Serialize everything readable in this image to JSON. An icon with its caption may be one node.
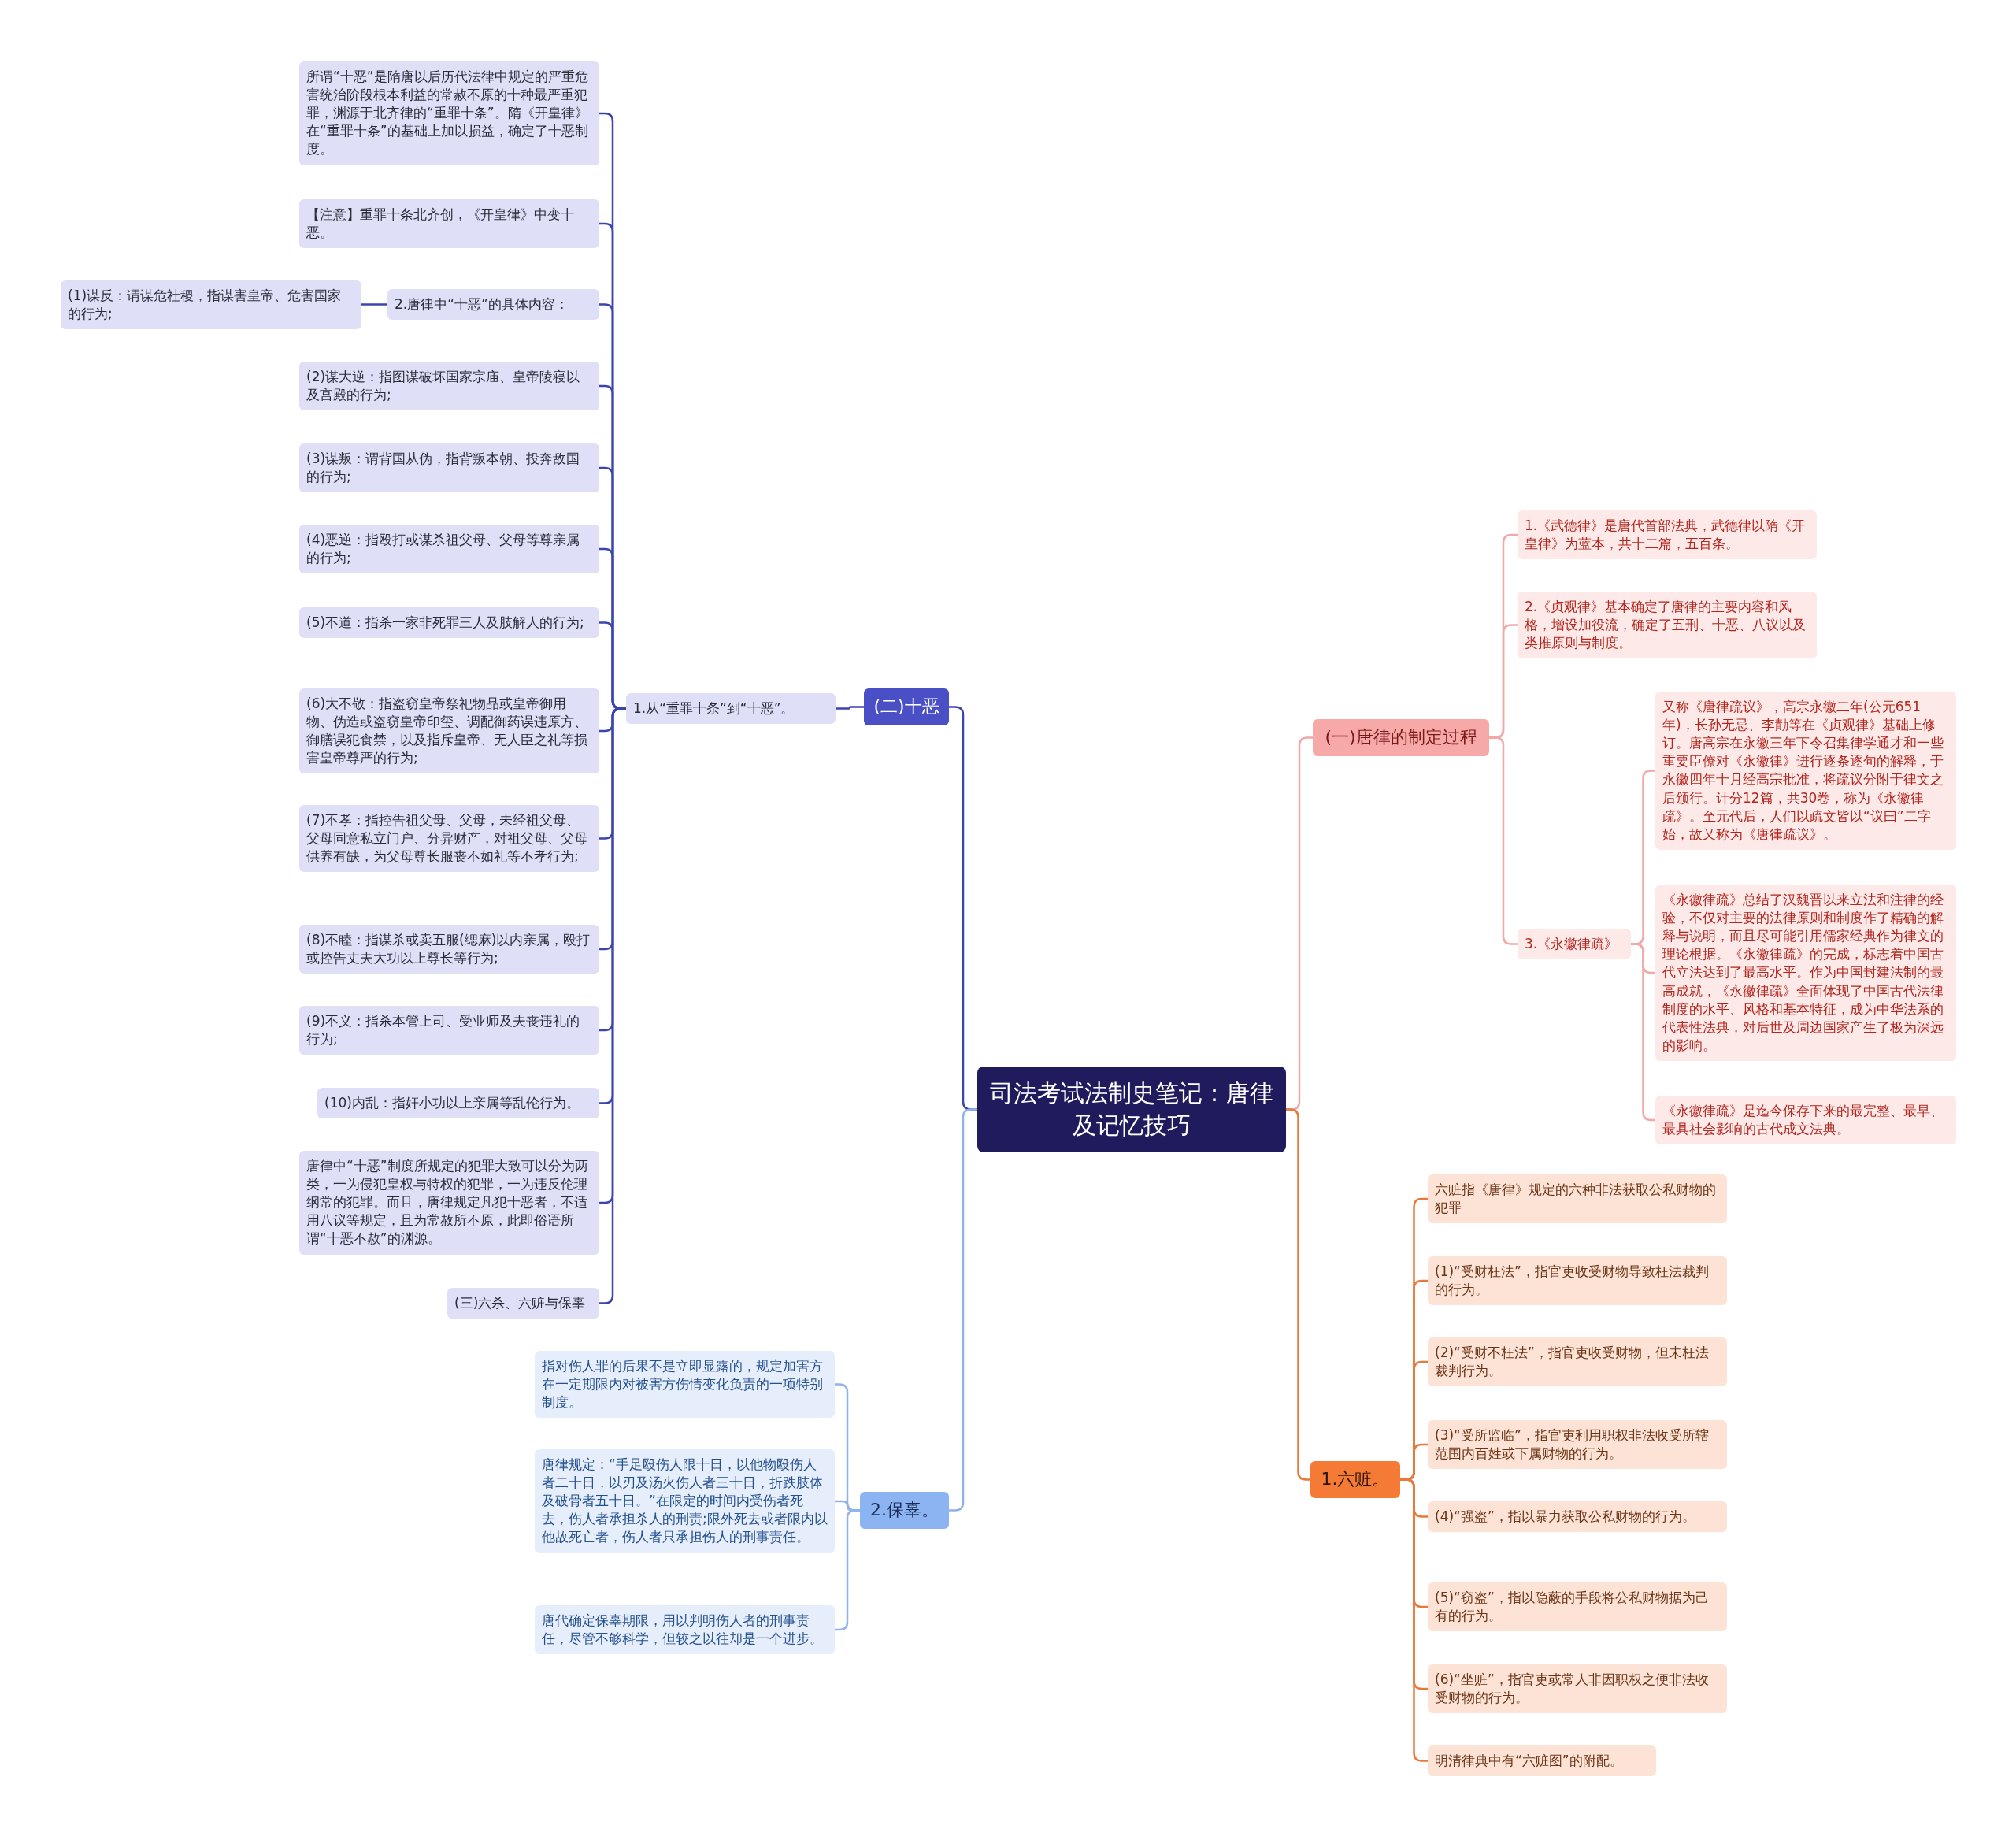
{
  "diagram": {
    "nodes": [
      {
        "text": [
          "司法考试法制史笔记：唐律及记忆技巧"
        ]
      },
      {
        "text": [
          "(二)十恶"
        ]
      },
      {
        "text": [
          "1.从“重罪十条”到“十恶”。"
        ]
      },
      {
        "text": [
          "所谓“十恶”是隋唐以后历代法律中规定的严重危害统治阶段根本利益的常赦不原的十种最严重犯罪，渊源于北齐律的“重罪十条”。隋《开皇律》在“重罪十条”的基础上加以损益，确定了十恶制度。"
        ]
      },
      {
        "text": [
          "【注意】重罪十条北齐创，《开皇律》中变十恶。"
        ]
      },
      {
        "text": [
          "2.唐律中“十恶”的具体内容："
        ]
      },
      {
        "text": [
          "(1)谋反：谓谋危社稷，指谋害皇帝、危害国家的行为;"
        ]
      },
      {
        "text": [
          "(2)谋大逆：指图谋破坏国家宗庙、皇帝陵寝以及宫殿的行为;"
        ]
      },
      {
        "text": [
          "(3)谋叛：谓背国从伪，指背叛本朝、投奔敌国的行为;"
        ]
      },
      {
        "text": [
          "(4)恶逆：指殴打或谋杀祖父母、父母等尊亲属的行为;"
        ]
      },
      {
        "text": [
          "(5)不道：指杀一家非死罪三人及肢解人的行为;"
        ]
      },
      {
        "text": [
          "(6)大不敬：指盗窃皇帝祭祀物品或皇帝御用物、伪造或盗窃皇帝印玺、调配御药误违原方、御膳误犯食禁，以及指斥皇帝、无人臣之礼等损害皇帝尊严的行为;"
        ]
      },
      {
        "text": [
          "(7)不孝：指控告祖父母、父母，未经祖父母、父母同意私立门户、分异财产，对祖父母、父母供养有缺，为父母尊长服丧不如礼等不孝行为;"
        ]
      },
      {
        "text": [
          "(8)不睦：指谋杀或卖五服(缌麻)以内亲属，殴打或控告丈夫大功以上尊长等行为;"
        ]
      },
      {
        "text": [
          "(9)不义：指杀本管上司、受业师及夫丧违礼的行为;"
        ]
      },
      {
        "text": [
          "(10)内乱：指奸小功以上亲属等乱伦行为。"
        ]
      },
      {
        "text": [
          "唐律中“十恶”制度所规定的犯罪大致可以分为两类，一为侵犯皇权与特权的犯罪，一为违反伦理纲常的犯罪。而且，唐律规定凡犯十恶者，不适用八议等规定，且为常赦所不原，此即俗语所谓“十恶不赦”的渊源。"
        ]
      },
      {
        "text": [
          "(三)六杀、六赃与保辜"
        ]
      },
      {
        "text": [
          "2.保辜。"
        ]
      },
      {
        "text": [
          "指对伤人罪的后果不是立即显露的，规定加害方在一定期限内对被害方伤情变化负责的一项特别制度。"
        ]
      },
      {
        "text": [
          "唐律规定：“手足殴伤人限十日，以他物殴伤人者二十日，以刃及汤火伤人者三十日，折跌肢体及破骨者五十日。”在限定的时间内受伤者死去，伤人者承担杀人的刑责;限外死去或者限内以他故死亡者，伤人者只承担伤人的刑事责任。"
        ]
      },
      {
        "text": [
          "唐代确定保辜期限，用以判明伤人者的刑事责任，尽管不够科学，但较之以往却是一个进步。"
        ]
      },
      {
        "text": [
          "(一)唐律的制定过程"
        ]
      },
      {
        "text": [
          "1.《武德律》是唐代首部法典，武德律以隋《开皇律》为蓝本，共十二篇，五百条。"
        ]
      },
      {
        "text": [
          "2.《贞观律》基本确定了唐律的主要内容和风格，增设加役流，确定了五刑、十恶、八议以及类推原则与制度。"
        ]
      },
      {
        "text": [
          "3.《永徽律疏》"
        ]
      },
      {
        "text": [
          "又称《唐律疏议》，高宗永徽二年(公元651年)，长孙无忌、李勣等在《贞观律》基础上修订。唐高宗在永徽三年下令召集律学通才和一些重要臣僚对《永徽律》进行逐条逐句的解释，于永徽四年十月经高宗批准，将疏议分附于律文之后颁行。计分12篇，共30卷，称为《永徽律疏》。至元代后，人们以疏文皆以“议曰”二字始，故又称为《唐律疏议》。"
        ]
      },
      {
        "text": [
          "《永徽律疏》总结了汉魏晋以来立法和注律的经验，不仅对主要的法律原则和制度作了精确的解释与说明，而且尽可能引用儒家经典作为律文的理论根据。《永徽律疏》的完成，标志着中国古代立法达到了最高水平。作为中国封建法制的最高成就，《永徽律疏》全面体现了中国古代法律制度的水平、风格和基本特征，成为中华法系的代表性法典，对后世及周边国家产生了极为深远的影响。"
        ]
      },
      {
        "text": [
          "《永徽律疏》是迄今保存下来的最完整、最早、最具社会影响的古代成文法典。"
        ]
      },
      {
        "text": [
          "1.六赃。"
        ]
      },
      {
        "text": [
          "六赃指《唐律》规定的六种非法获取公私财物的犯罪"
        ]
      },
      {
        "text": [
          "(1)“受财枉法”，指官吏收受财物导致枉法裁判的行为。"
        ]
      },
      {
        "text": [
          "(2)“受财不枉法”，指官吏收受财物，但未枉法裁判行为。"
        ]
      },
      {
        "text": [
          "(3)“受所监临”，指官吏利用职权非法收受所辖范围内百姓或下属财物的行为。"
        ]
      },
      {
        "text": [
          "(4)“强盗”，指以暴力获取公私财物的行为。"
        ]
      },
      {
        "text": [
          "(5)“窃盗”，指以隐蔽的手段将公私财物据为己有的行为。"
        ]
      },
      {
        "text": [
          "(6)“坐赃”，指官吏或常人非因职权之便非法收受财物的行为。"
        ]
      },
      {
        "text": [
          "明清律典中有“六赃图”的附配。"
        ]
      }
    ],
    "edges": [
      {
        "from": 0,
        "to": 1,
        "arrow": "none"
      },
      {
        "from": 1,
        "to": 2,
        "arrow": "none"
      },
      {
        "from": 2,
        "to": 3,
        "arrow": "none"
      },
      {
        "from": 2,
        "to": 4,
        "arrow": "none"
      },
      {
        "from": 2,
        "to": 5,
        "arrow": "none"
      },
      {
        "from": 5,
        "to": 6,
        "arrow": "none"
      },
      {
        "from": 2,
        "to": 7,
        "arrow": "none"
      },
      {
        "from": 2,
        "to": 8,
        "arrow": "none"
      },
      {
        "from": 2,
        "to": 9,
        "arrow": "none"
      },
      {
        "from": 2,
        "to": 10,
        "arrow": "none"
      },
      {
        "from": 2,
        "to": 11,
        "arrow": "none"
      },
      {
        "from": 2,
        "to": 12,
        "arrow": "none"
      },
      {
        "from": 2,
        "to": 13,
        "arrow": "none"
      },
      {
        "from": 2,
        "to": 14,
        "arrow": "none"
      },
      {
        "from": 2,
        "to": 15,
        "arrow": "none"
      },
      {
        "from": 2,
        "to": 16,
        "arrow": "none"
      },
      {
        "from": 2,
        "to": 17,
        "arrow": "none"
      },
      {
        "from": 0,
        "to": 18,
        "arrow": "none",
        "color": "#8fb3ea"
      },
      {
        "from": 18,
        "to": 19,
        "arrow": "none",
        "color": "#8fb3ea"
      },
      {
        "from": 18,
        "to": 20,
        "arrow": "none",
        "color": "#8fb3ea"
      },
      {
        "from": 18,
        "to": 21,
        "arrow": "none",
        "color": "#8fb3ea"
      },
      {
        "from": 0,
        "to": 22,
        "arrow": "none",
        "color": "#f0a8a8"
      },
      {
        "from": 22,
        "to": 23,
        "arrow": "none",
        "color": "#f0a8a8"
      },
      {
        "from": 22,
        "to": 24,
        "arrow": "none",
        "color": "#f0a8a8"
      },
      {
        "from": 22,
        "to": 25,
        "arrow": "none",
        "color": "#f0a8a8"
      },
      {
        "from": 25,
        "to": 26,
        "arrow": "none",
        "color": "#f0a8a8"
      },
      {
        "from": 25,
        "to": 27,
        "arrow": "none",
        "color": "#f0a8a8"
      },
      {
        "from": 25,
        "to": 28,
        "arrow": "none",
        "color": "#f0a8a8"
      },
      {
        "from": 0,
        "to": 29,
        "arrow": "none",
        "color": "#e8793a"
      },
      {
        "from": 29,
        "to": 30,
        "arrow": "none",
        "color": "#e8793a"
      },
      {
        "from": 29,
        "to": 31,
        "arrow": "none",
        "color": "#e8793a"
      },
      {
        "from": 29,
        "to": 32,
        "arrow": "none",
        "color": "#e8793a"
      },
      {
        "from": 29,
        "to": 33,
        "arrow": "none",
        "color": "#e8793a"
      },
      {
        "from": 29,
        "to": 34,
        "arrow": "none",
        "color": "#e8793a"
      },
      {
        "from": 29,
        "to": 35,
        "arrow": "none",
        "color": "#e8793a"
      },
      {
        "from": 29,
        "to": 36,
        "arrow": "none",
        "color": "#e8793a"
      },
      {
        "from": 29,
        "to": 37,
        "arrow": "none",
        "color": "#e8793a"
      }
    ]
  }
}
